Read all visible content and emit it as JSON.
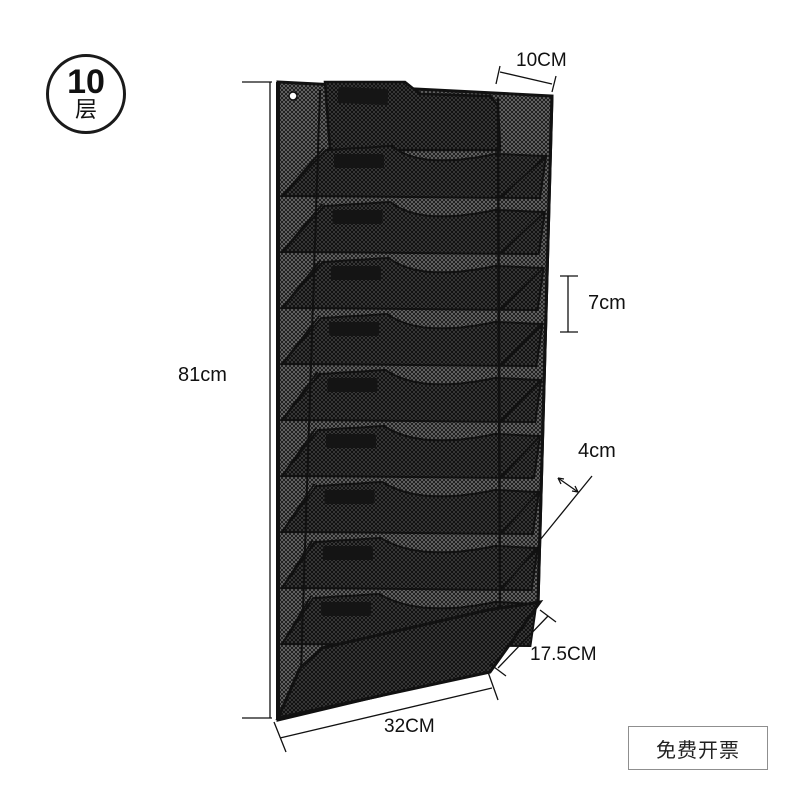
{
  "badge": {
    "number": "10",
    "unit": "层"
  },
  "dimensions": {
    "height": "81cm",
    "top_depth": "10CM",
    "shelf_gap": "7cm",
    "wire_gap": "4cm",
    "bottom_depth": "17.5CM",
    "width": "32CM"
  },
  "invoice_button": {
    "label": "免费开票"
  },
  "colors": {
    "frame": "#1a1a1a",
    "mesh": "#3a3a3a",
    "background": "#ffffff"
  },
  "product": {
    "tier_count": 10
  }
}
